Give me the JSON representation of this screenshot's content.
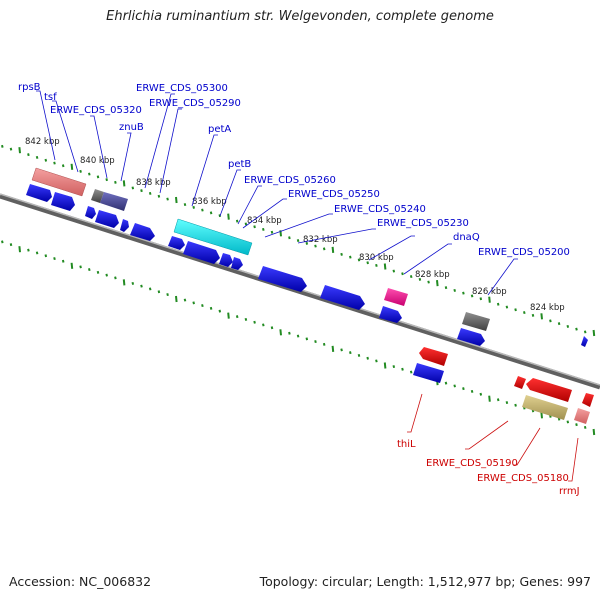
{
  "title": "Ehrlichia ruminantium str. Welgevonden, complete genome",
  "footer": {
    "accession": "Accession: NC_006832",
    "stats": "Topology: circular; Length: 1,512,977 bp; Genes: 997"
  },
  "ticks": [
    "842 kbp",
    "840 kbp",
    "838 kbp",
    "836 kbp",
    "834 kbp",
    "832 kbp",
    "830 kbp",
    "828 kbp",
    "826 kbp",
    "824 kbp"
  ],
  "forward_labels": [
    "rpsB",
    "tsf",
    "ERWE_CDS_05320",
    "znuB",
    "ERWE_CDS_05300",
    "ERWE_CDS_05290",
    "petA",
    "petB",
    "ERWE_CDS_05260",
    "ERWE_CDS_05250",
    "ERWE_CDS_05240",
    "ERWE_CDS_05230",
    "dnaQ",
    "ERWE_CDS_05200"
  ],
  "reverse_labels": [
    "thiL",
    "ERWE_CDS_05190",
    "ERWE_CDS_05180",
    "rrmJ"
  ],
  "colors": {
    "forward": "#1010e0",
    "reverse": "#e00000",
    "backbone": "#808080",
    "tick": "#228b22",
    "salmon": "#f08080",
    "cyan": "#00e0e0",
    "magenta": "#ff1493",
    "grey": "#606060",
    "navy": "#4040a0",
    "khaki": "#c8b464",
    "pink": "#f08080"
  }
}
